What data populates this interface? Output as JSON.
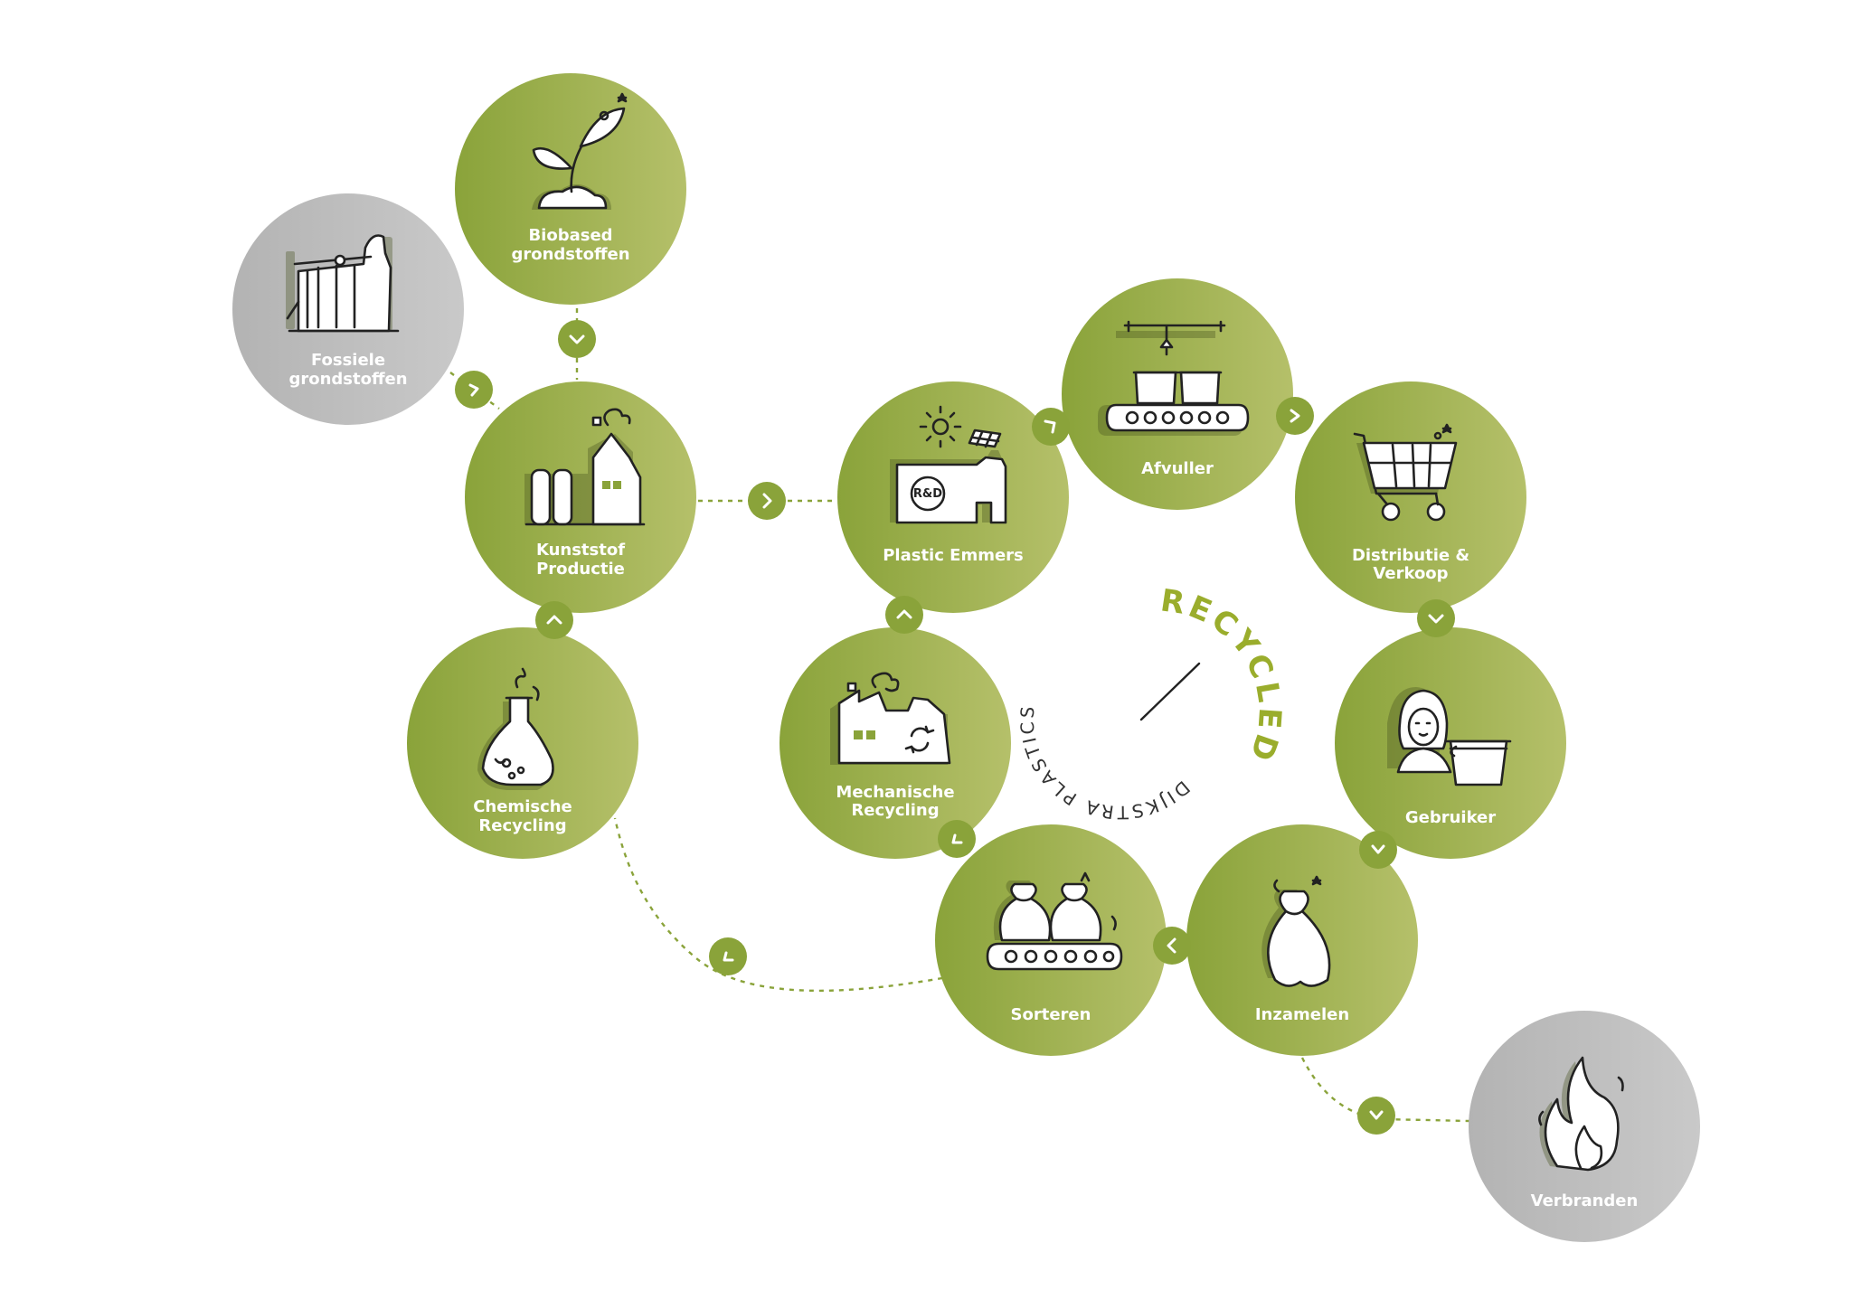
{
  "colors": {
    "green_dark": "#8aa33a",
    "green_light": "#b5c06a",
    "grey_dark": "#a8a8a8",
    "grey_light": "#cbcbcb",
    "accent": "#8aa33a"
  },
  "nodes": {
    "biobased": {
      "line1": "Biobased",
      "line2": "grondstoffen",
      "icon": "sprout-icon",
      "style": "green"
    },
    "fossiele": {
      "line1": "Fossiele",
      "line2": "grondstoffen",
      "icon": "oil-pump-icon",
      "style": "grey"
    },
    "kunststof": {
      "line1": "Kunststof",
      "line2": "Productie",
      "icon": "factory-icon",
      "style": "green"
    },
    "chemische": {
      "line1": "Chemische",
      "line2": "Recycling",
      "icon": "flask-icon",
      "style": "green"
    },
    "emmers": {
      "line1": "Plastic Emmers",
      "line2": "",
      "icon": "buckets-factory-icon",
      "style": "green",
      "badge": "R&D"
    },
    "afvuller": {
      "line1": "Afvuller",
      "line2": "",
      "icon": "filling-machine-icon",
      "style": "green"
    },
    "distributie": {
      "line1": "Distributie &",
      "line2": "Verkoop",
      "icon": "shopping-cart-icon",
      "style": "green"
    },
    "mechanische": {
      "line1": "Mechanische",
      "line2": "Recycling",
      "icon": "recycling-factory-icon",
      "style": "green"
    },
    "gebruiker": {
      "line1": "Gebruiker",
      "line2": "",
      "icon": "user-with-bucket-icon",
      "style": "green"
    },
    "sorteren": {
      "line1": "Sorteren",
      "line2": "",
      "icon": "sorting-conveyor-icon",
      "style": "green"
    },
    "inzamelen": {
      "line1": "Inzamelen",
      "line2": "",
      "icon": "garbage-bag-icon",
      "style": "green"
    },
    "verbranden": {
      "line1": "Verbranden",
      "line2": "",
      "icon": "fire-icon",
      "style": "grey"
    }
  },
  "logo": {
    "brand": "DIJKSTRA PLASTICS",
    "word": "RECYCLED"
  }
}
